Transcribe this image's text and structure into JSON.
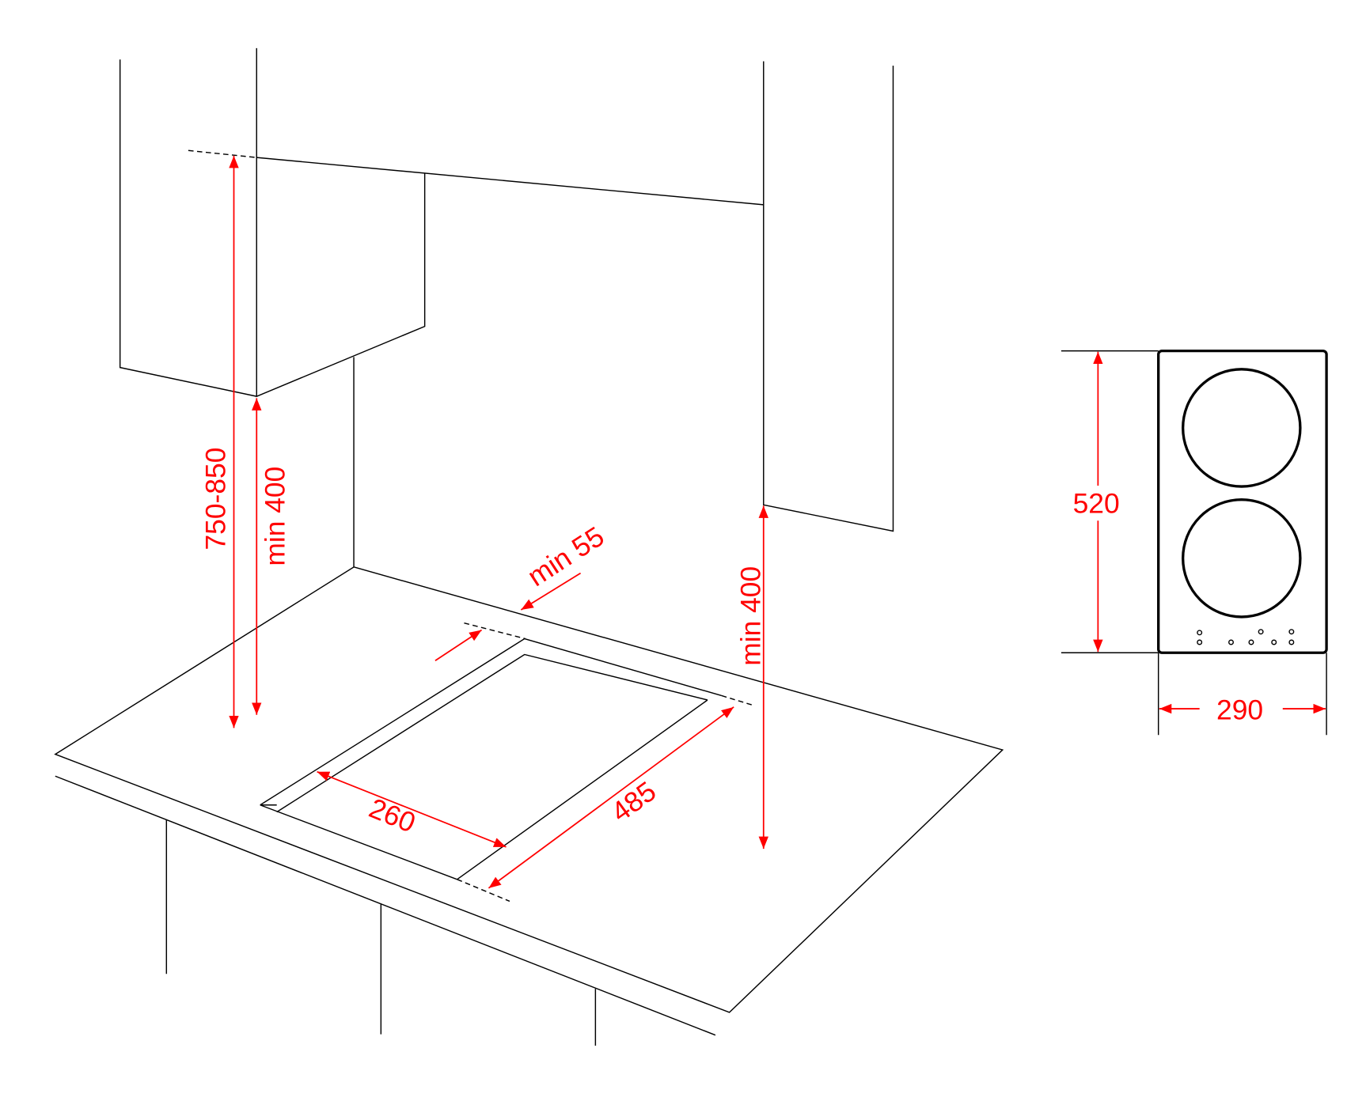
{
  "dimensions": {
    "hood_height": "750-850",
    "cabinet_clearance_left": "min 400",
    "cabinet_clearance_right": "min 400",
    "wall_distance": "min 55",
    "cutout_width": "260",
    "cutout_depth": "485",
    "hob_depth": "520",
    "hob_width": "290"
  },
  "colors": {
    "dimension": "#ff0000",
    "lines": "#000000"
  }
}
